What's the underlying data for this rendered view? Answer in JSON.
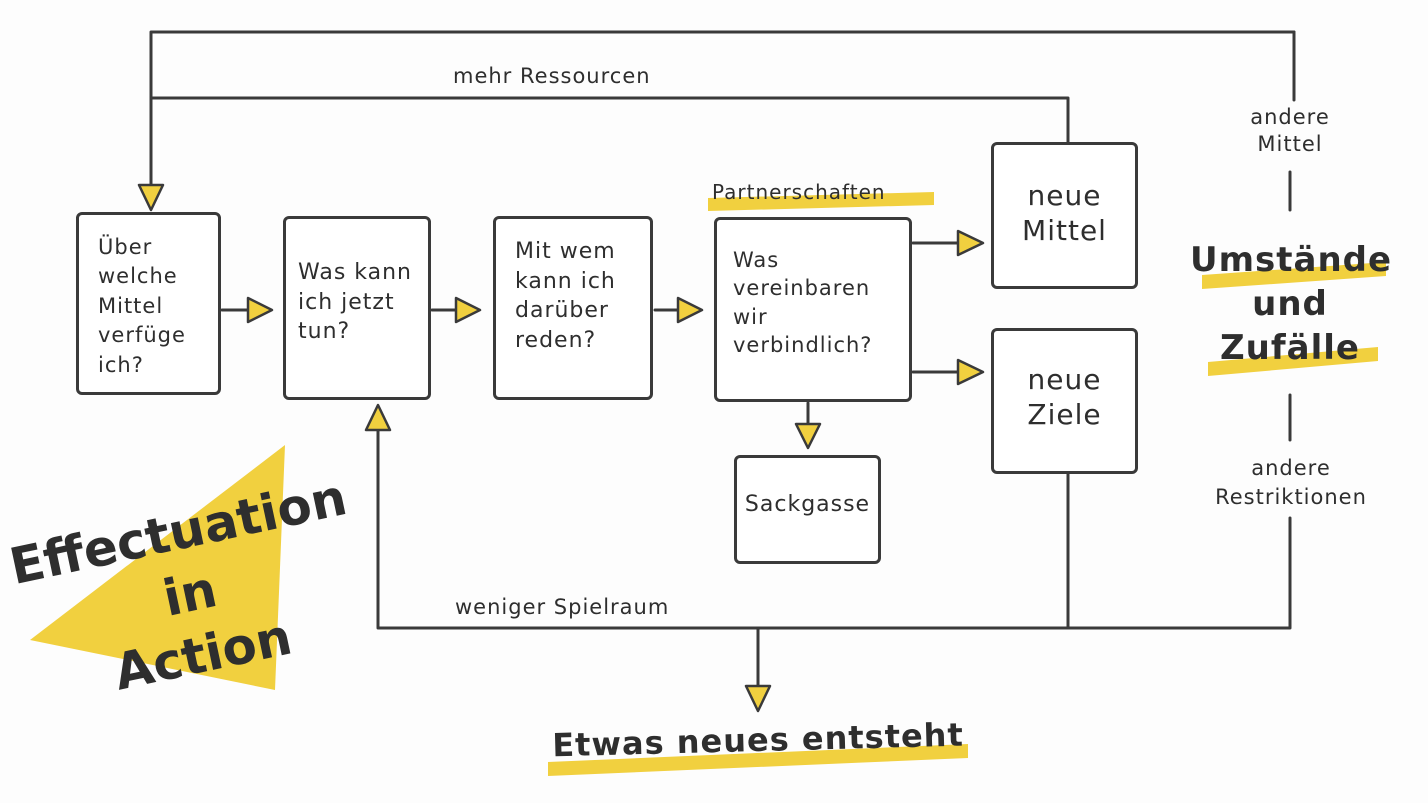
{
  "colors": {
    "accent": "#f1d03f",
    "stroke": "#3a3a3a",
    "text": "#2e2e2e"
  },
  "nodes": {
    "mittel_verfuege": "Über\nwelche\nMittel\nverfüge\nich?",
    "was_kann": "Was kann\nich jetzt\ntun?",
    "mit_wem": "Mit wem\nkann ich\ndarüber\nreden?",
    "vereinbaren": "Was\nvereinbaren\nwir\nverbindlich?",
    "sackgasse": "Sackgasse",
    "neue_mittel": "neue\nMittel",
    "neue_ziele": "neue\nZiele"
  },
  "edge_labels": {
    "mehr_ressourcen": "mehr Ressourcen",
    "partnerschaften": "Partnerschaften",
    "weniger_spielraum": "weniger Spielraum"
  },
  "side": {
    "andere_mittel": "andere\nMittel",
    "umstaende": "Umstände\nund\nZufälle",
    "andere_restriktionen": "andere\nRestriktionen"
  },
  "result": "Etwas neues entsteht",
  "title": "Effectuation\nin\nAction"
}
